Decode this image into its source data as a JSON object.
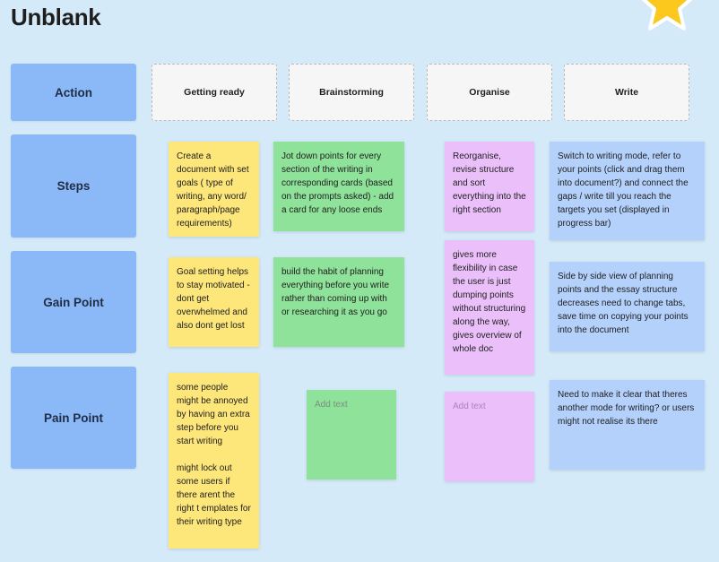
{
  "board": {
    "title": "Unblank"
  },
  "rows": {
    "action": "Action",
    "steps": "Steps",
    "gain": "Gain Point",
    "pain": "Pain Point"
  },
  "stages": {
    "getting_ready": "Getting ready",
    "brainstorming": "Brainstorming",
    "organise": "Organise",
    "write": "Write"
  },
  "notes": {
    "steps_getting_ready": "Create a document with set goals ( type of writing, any word/ paragraph/page requirements)",
    "steps_brainstorming": "Jot down points for every section of the writing in  corresponding cards (based on the prompts asked) - add a card for any loose ends",
    "steps_organise": "Reorganise, revise structure and sort everything into the right section",
    "steps_write": "Switch to writing mode, refer to your points (click and drag them into document?) and connect the gaps / write till you reach the targets you set (displayed in progress bar)",
    "gain_getting_ready": "Goal setting helps to stay motivated - dont get overwhelmed and also dont get lost",
    "gain_brainstorming": "build the habit of planning everything before you write rather than coming up with or researching it as you go",
    "gain_organise": "gives more flexibility in case the user is just dumping points without structuring along the way, gives overview of whole doc",
    "gain_write": "Side by side view of planning points and the essay structure decreases need to change tabs, save time on copying your points into the document",
    "pain_getting_ready": "some people might be annoyed by having an extra step before you start writing\n\nmight lock out some users if there arent the right t emplates for their writing type",
    "pain_brainstorming": "Add text",
    "pain_organise": "Add text",
    "pain_write": "Need to make it clear that theres another mode for writing?  or users might not realise its there"
  },
  "icons": {
    "star": "star-icon"
  },
  "colors": {
    "background": "#d4eaf9",
    "row_label": "#8bb8f7",
    "yellow": "#fde67a",
    "green": "#8fe29a",
    "purple": "#ebc0fa",
    "blue": "#b4d1fc",
    "star": "#fdc81d"
  }
}
